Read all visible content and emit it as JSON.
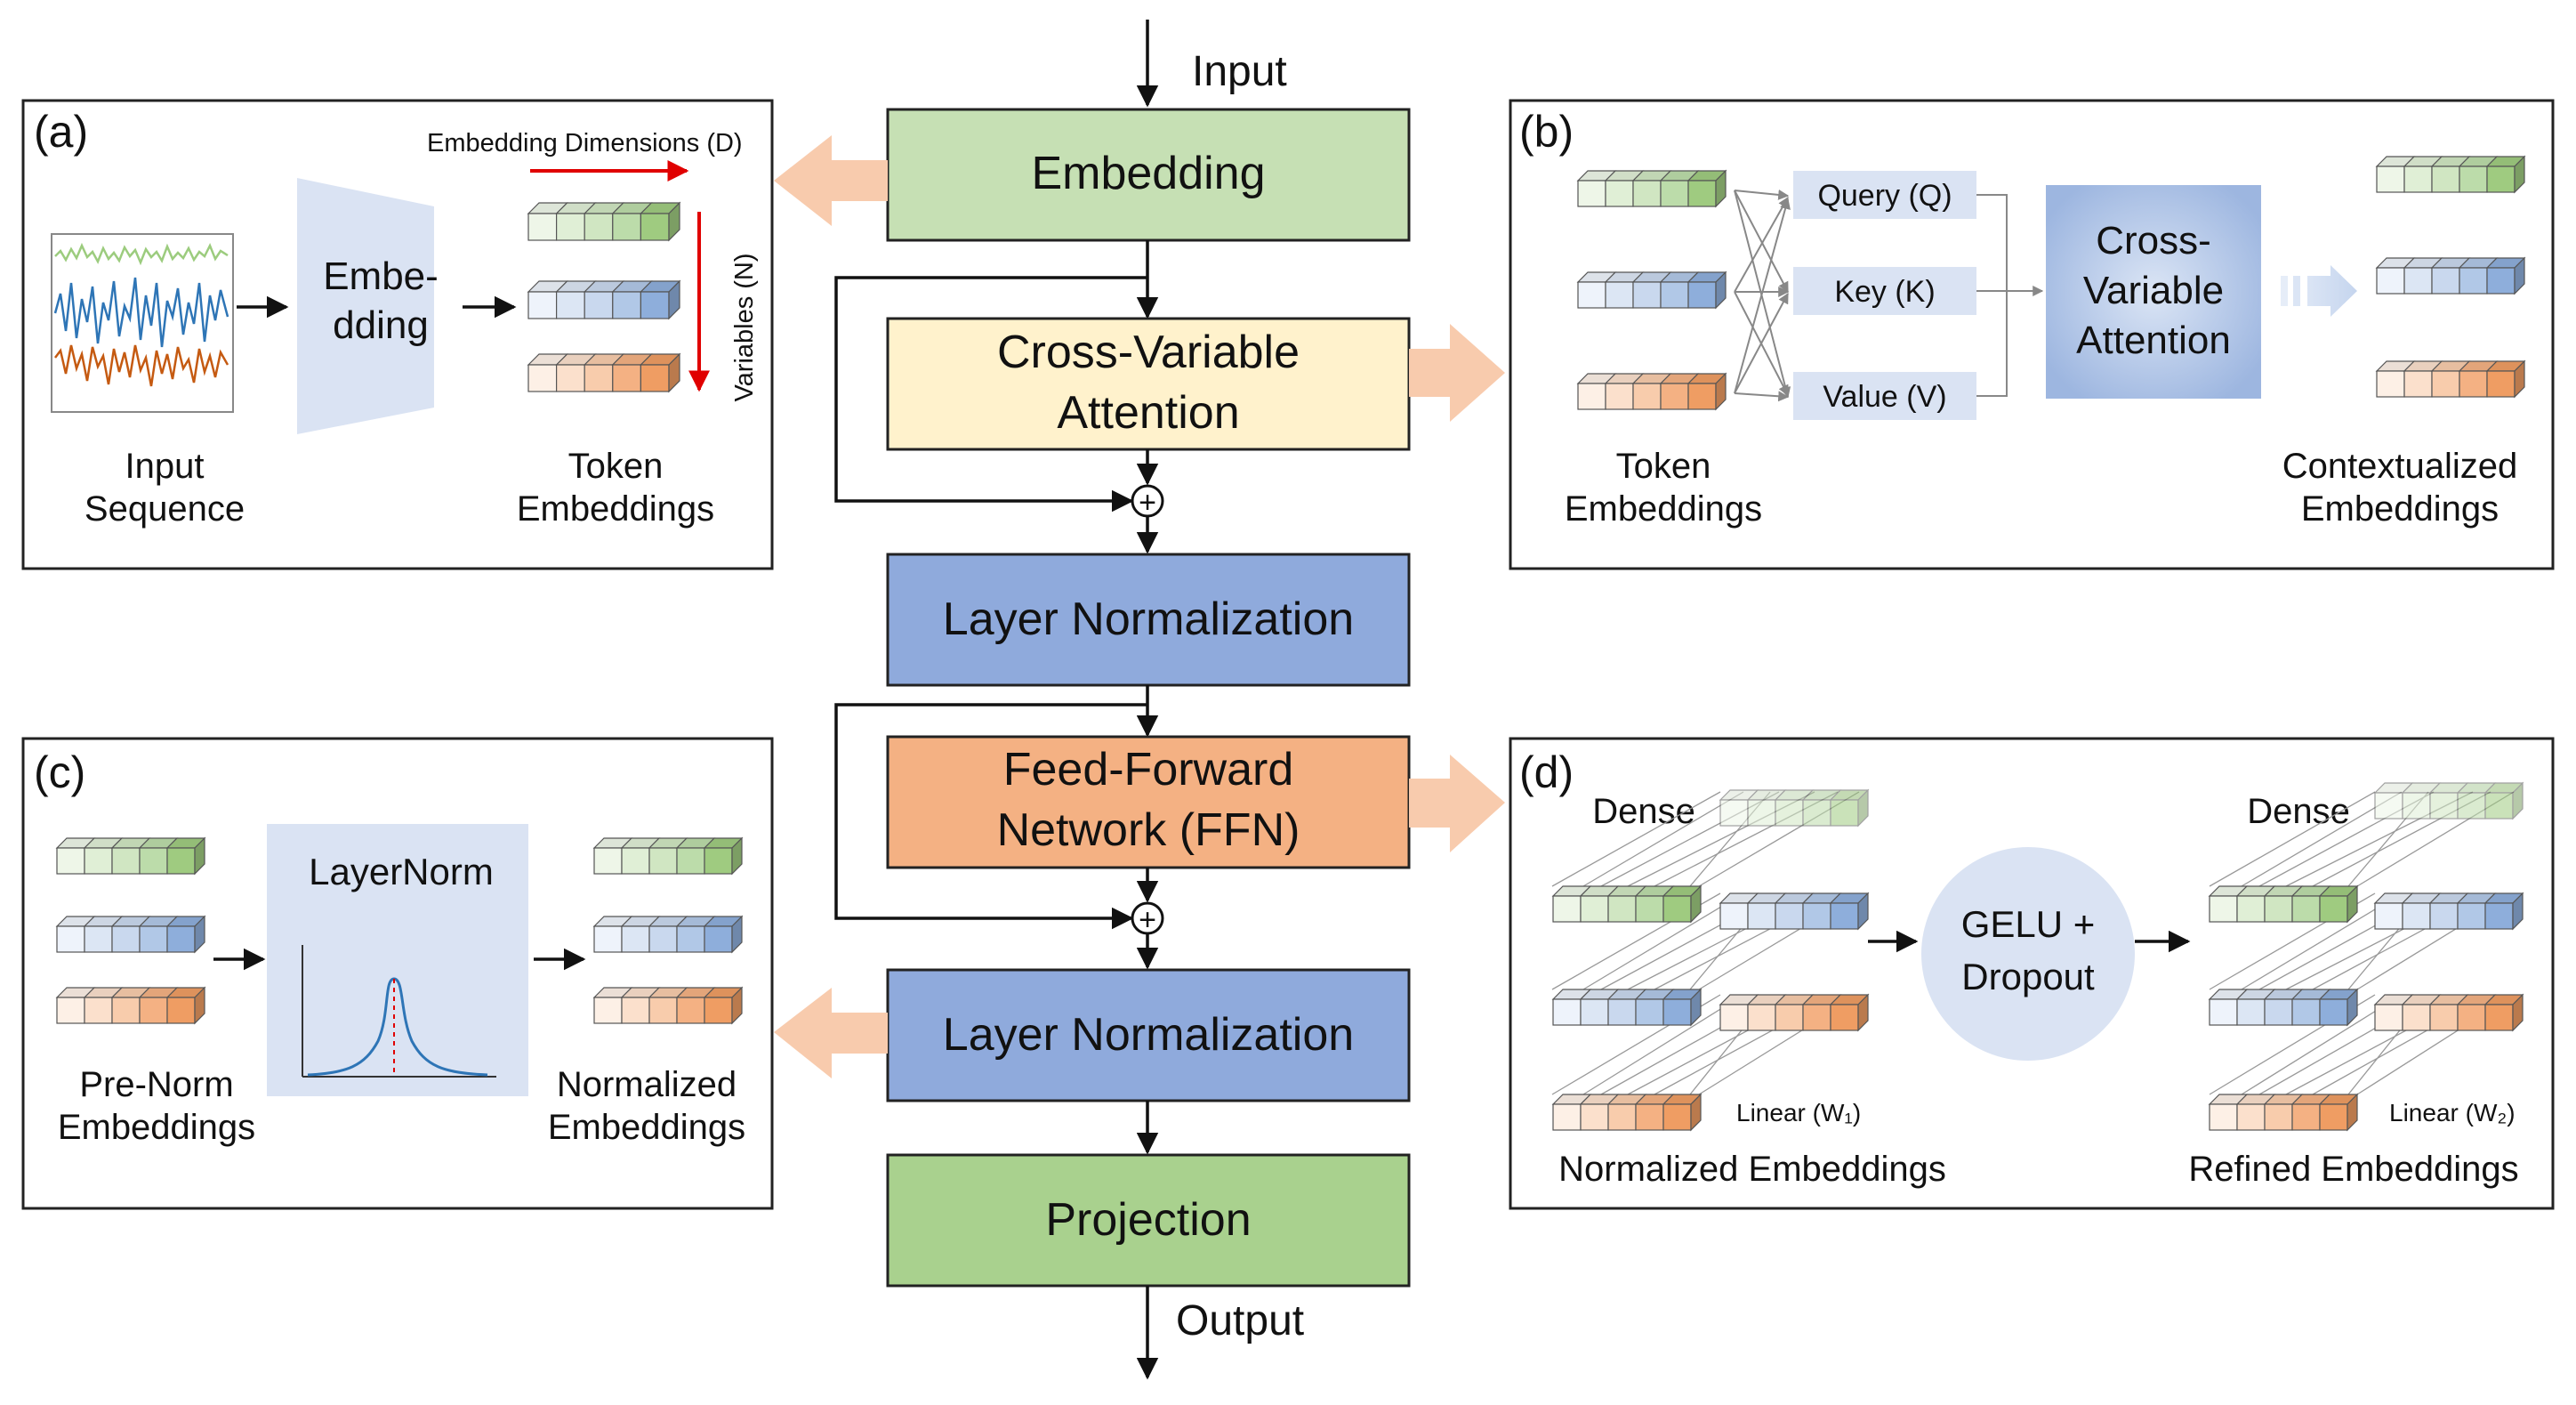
{
  "colors": {
    "embedding": "#c6e0b4",
    "attention": "#fff2cc",
    "norm": "#8faadc",
    "ffn": "#f4b183",
    "projection": "#a9d18e",
    "highlight_arrow": "#f8cbad",
    "panel_fill": "#dae3f3",
    "cross_attn_fill": "#b4c7e7",
    "red": "#e00000",
    "green_tokens": [
      "#eef6e8",
      "#e0efd6",
      "#d0e6c2",
      "#bcdcaa",
      "#9fcb80"
    ],
    "blue_tokens": [
      "#eef3fb",
      "#dce6f4",
      "#c9d8ee",
      "#b1c8e7",
      "#8eaedb"
    ],
    "orange_tokens": [
      "#fdf0e6",
      "#fbe0cc",
      "#f8ccac",
      "#f4b183",
      "#ef9d63"
    ],
    "series": [
      "#9ccc7e",
      "#2e75b6",
      "#c55a11"
    ]
  },
  "main": {
    "input_label": "Input",
    "embedding": "Embedding",
    "cross_attn_line1": "Cross-Variable",
    "cross_attn_line2": "Attention",
    "norm1": "Layer Normalization",
    "ffn_line1": "Feed-Forward",
    "ffn_line2": "Network (FFN)",
    "norm2": "Layer Normalization",
    "projection": "Projection",
    "output_label": "Output",
    "plus_symbol": "+"
  },
  "panel_a": {
    "label": "(a)",
    "embed_line1": "Embe-",
    "embed_line2": "dding",
    "dim_label": "Embedding Dimensions (D)",
    "var_label": "Variables (N)",
    "input_line1": "Input",
    "input_line2": "Sequence",
    "token_line1": "Token",
    "token_line2": "Embeddings"
  },
  "panel_b": {
    "label": "(b)",
    "query": "Query (Q)",
    "key": "Key (K)",
    "value": "Value (V)",
    "cross_line1": "Cross-",
    "cross_line2": "Variable",
    "cross_line3": "Attention",
    "token_line1": "Token",
    "token_line2": "Embeddings",
    "ctx_line1": "Contextualized",
    "ctx_line2": "Embeddings"
  },
  "panel_c": {
    "label": "(c)",
    "layernorm": "LayerNorm",
    "pre_line1": "Pre-Norm",
    "pre_line2": "Embeddings",
    "norm_line1": "Normalized",
    "norm_line2": "Embeddings"
  },
  "panel_d": {
    "label": "(d)",
    "dense_left": "Dense",
    "dense_right": "Dense",
    "gelu_line1": "GELU +",
    "gelu_line2": "Dropout",
    "linear1": "Linear (W₁)",
    "linear2": "Linear (W₂)",
    "normalized": "Normalized Embeddings",
    "refined": "Refined Embeddings"
  }
}
